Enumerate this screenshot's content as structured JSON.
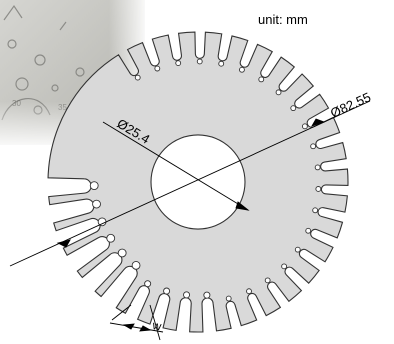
{
  "unit_label": "unit: mm",
  "dimensions": {
    "outer_diameter": "Ø82.55",
    "inner_diameter": "Ø25.4",
    "slot_width": "w"
  },
  "photo_inset": {
    "icon": "wire-gauge-photo"
  }
}
